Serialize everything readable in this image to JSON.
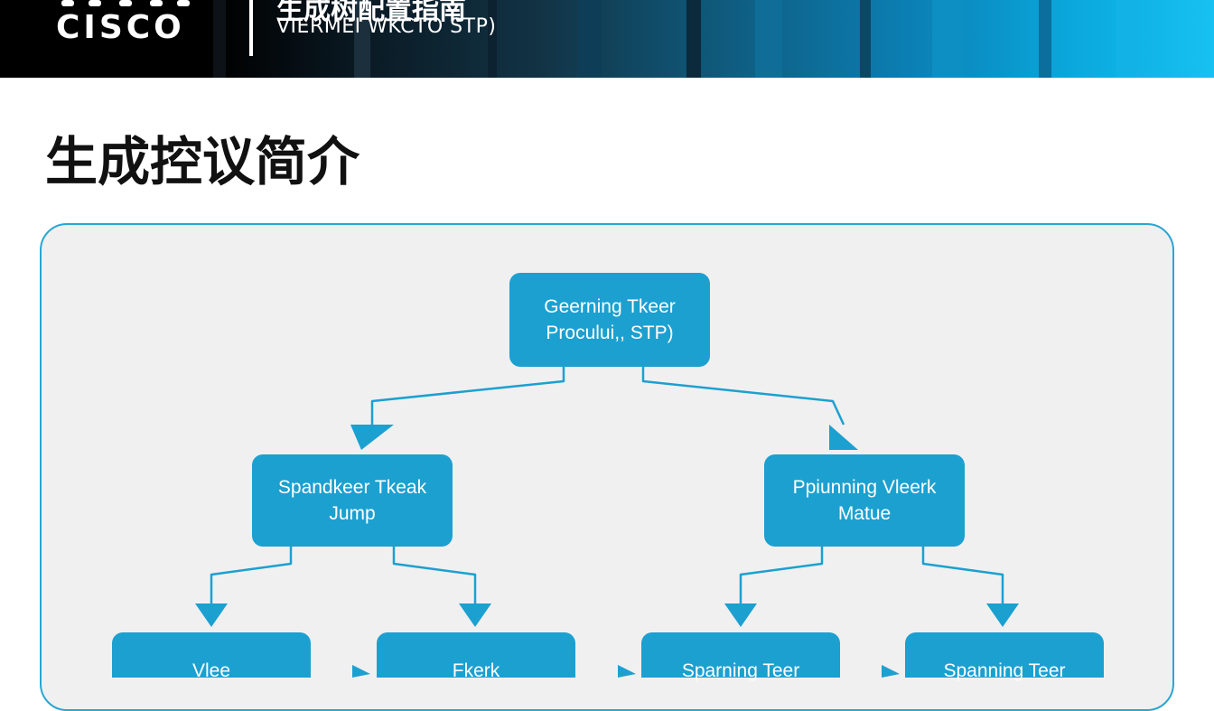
{
  "header": {
    "logo_text": "CISCO",
    "title": "生成树配置指南",
    "subtitle": "VIERMEI WKCTO STP)"
  },
  "page_title": "生成控议简介",
  "diagram": {
    "root": {
      "line1": "Geerning Tkeer",
      "line2": "Procului,, STP)"
    },
    "left": {
      "line1": "Spandkeer  Tkeak",
      "line2": "Jump"
    },
    "right": {
      "line1": "Ppiunning Vleerk",
      "line2": "Matue"
    },
    "leaf1": {
      "line1": "Vlee"
    },
    "leaf2": {
      "line1": "Fkerk"
    },
    "leaf3": {
      "line1": "Sparning Teer"
    },
    "leaf4": {
      "line1": "Spanning Teer"
    }
  },
  "colors": {
    "node_fill": "#1ca0d0",
    "connector": "#1ca0d0",
    "panel_border": "#2aa6d2",
    "panel_fill": "#f0f0f1"
  }
}
